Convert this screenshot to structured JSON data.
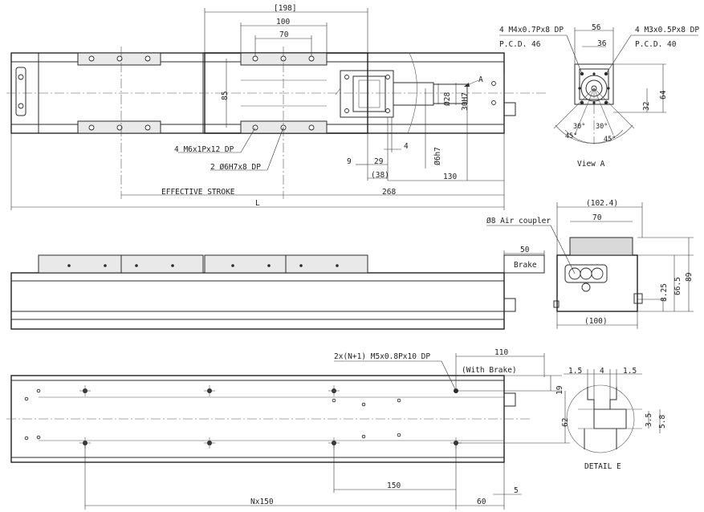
{
  "top_view": {
    "dim_198": "[198]",
    "dim_100": "100",
    "dim_70": "70",
    "dim_85": "85",
    "dim_28": "Ø28",
    "dim_30h7": "30H7",
    "dim_6h7": "Ø6h7",
    "dim_4": "4",
    "dim_9": "9",
    "dim_29": "29",
    "dim_38": "(38)",
    "dim_130": "130",
    "dim_268": "268",
    "dim_L": "L",
    "effective_stroke": "EFFECTIVE STROKE",
    "callout_m6": "4 M6x1Px12 DP",
    "callout_dowel": "2 Ø6H7x8 DP",
    "view_arrow_a": "A"
  },
  "view_a": {
    "callout_m4": "4 M4x0.7Px8 DP",
    "pcd_46": "P.C.D. 46",
    "callout_m3": "4 M3x0.5Px8 DP",
    "pcd_40": "P.C.D. 40",
    "dim_56": "56",
    "dim_36": "36",
    "dim_64": "64",
    "dim_32": "32",
    "angle_30a": "30°",
    "angle_30b": "30°",
    "angle_45a": "45°",
    "angle_45b": "45°",
    "title": "View A"
  },
  "side_view": {
    "dim_50": "50",
    "brake_label": "Brake"
  },
  "end_view": {
    "dim_102_4": "(102.4)",
    "dim_70": "70",
    "air_coupler": "Ø8 Air coupler",
    "dim_8_25": "8.25",
    "dim_66_5": "66.5",
    "dim_89": "89",
    "dim_100": "(100)"
  },
  "bottom_view": {
    "callout_m5": "2x(N+1) M5x0.8Px10 DP",
    "with_brake": "(With Brake)",
    "dim_110": "110",
    "dim_19": "19",
    "dim_62": "62",
    "dim_150": "150",
    "dim_5": "5",
    "dim_nx150": "Nx150",
    "dim_60": "60"
  },
  "detail_e": {
    "dim_1_5a": "1.5",
    "dim_4": "4",
    "dim_1_5b": "1.5",
    "dim_3_5": "3.5",
    "dim_5_8": "5.8",
    "title": "DETAIL E"
  }
}
